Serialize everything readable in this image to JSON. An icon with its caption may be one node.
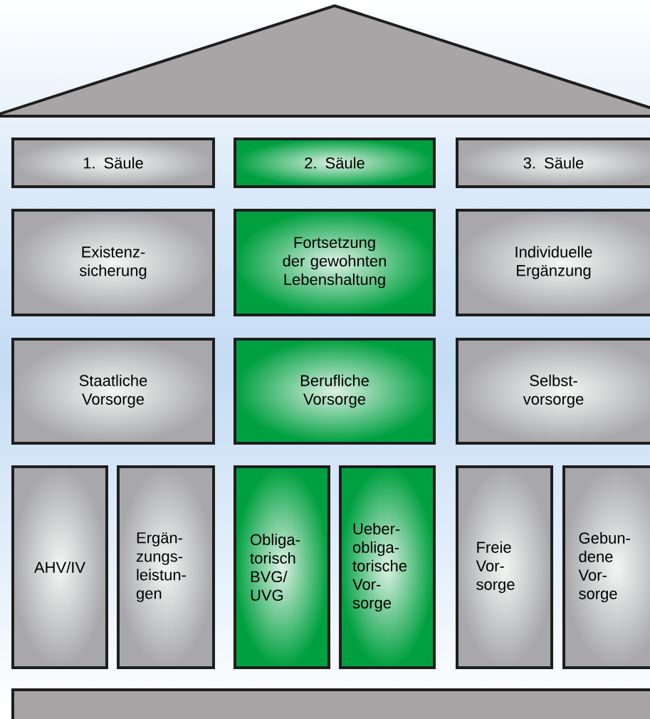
{
  "diagram": {
    "nodes": [
      {
        "text": [],
        "shape": "triangle"
      },
      {
        "text": [
          "1. Säule"
        ]
      },
      {
        "text": [
          "2. Säule"
        ]
      },
      {
        "text": [
          "3. Säule"
        ]
      },
      {
        "text": [
          "Existenz- sicherung"
        ]
      },
      {
        "text": [
          "Fortsetzung der gewohnten Lebenshaltung"
        ]
      },
      {
        "text": [
          "Individuelle Ergänzung"
        ]
      },
      {
        "text": [
          "Staatliche Vorsorge"
        ]
      },
      {
        "text": [
          "Berufliche Vorsorge"
        ]
      },
      {
        "text": [
          "Selbst- vorsorge"
        ]
      },
      {
        "text": [
          "AHV/IV"
        ]
      },
      {
        "text": [
          "Ergän- zungs- leistun- gen"
        ]
      },
      {
        "text": [
          "Obliga- torisch BVG/ UVG"
        ]
      },
      {
        "text": [
          "Ueber- obliga- torische Vor- sorge"
        ]
      },
      {
        "text": [
          "Freie Vor- sorge"
        ]
      },
      {
        "text": [
          "Gebun- dene Vor- sorge"
        ]
      },
      {
        "text": [],
        "shape": "bar"
      }
    ]
  }
}
